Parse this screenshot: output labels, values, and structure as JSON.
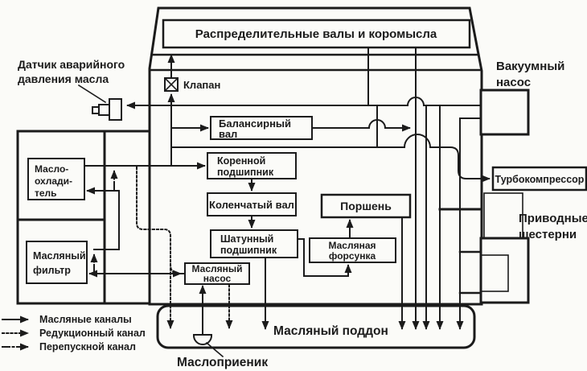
{
  "colors": {
    "ink": "#1b1b1b",
    "paper": "#fbfbf8"
  },
  "boxes": {
    "camshafts": "Распределительные валы и коромысла",
    "balance_shaft": [
      "Балансирный",
      "вал"
    ],
    "main_bearing": [
      "Коренной",
      "подшипник"
    ],
    "crankshaft": "Коленчатый вал",
    "rod_bearing": [
      "Шатунный",
      "подшипник"
    ],
    "oil_pump": [
      "Масляный",
      "насос"
    ],
    "piston": "Поршень",
    "oil_jet": [
      "Масляная",
      "форсунка"
    ],
    "oil_cooler": [
      "Масло-",
      "охлади-",
      "тель"
    ],
    "oil_filter": [
      "Масляный",
      "фильтр"
    ],
    "turbocharger": "Турбокомпрессор"
  },
  "labels": {
    "pressure_sensor": [
      "Датчик аварийного",
      "давления масла"
    ],
    "valve": "Клапан",
    "vacuum_pump": [
      "Вакуумный",
      "насос"
    ],
    "drive_gears": [
      "Приводные",
      "шестерни"
    ],
    "oil_pan": "Масляный поддон",
    "oil_pickup": "Маслоприеник"
  },
  "legend": [
    {
      "style": "solid",
      "label": "Масляные каналы"
    },
    {
      "style": "dotted",
      "label": "Редукционный канал"
    },
    {
      "style": "dashdot",
      "label": "Перепускной канал"
    }
  ]
}
